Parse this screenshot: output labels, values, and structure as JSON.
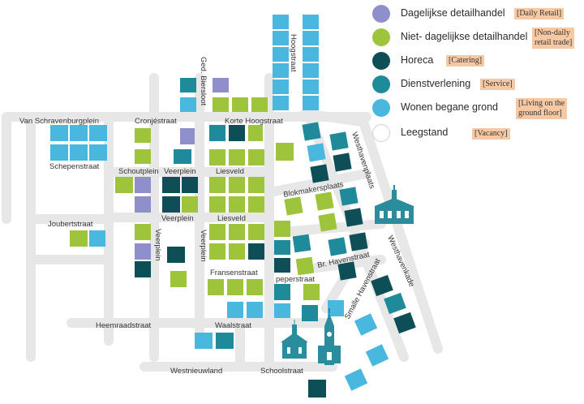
{
  "colors": {
    "daily_retail": "#8f8fcc",
    "nondaily_retail": "#9dc43a",
    "horeca": "#0e4f57",
    "dienstverlening": "#1f8a99",
    "wonen": "#4ab8de",
    "street": "#e7e7e7",
    "landmark": "#2a8c9c"
  },
  "legend": [
    {
      "key": "daily_retail",
      "label": "Dagelijkse detailhandel",
      "en": "[Daily Retail]"
    },
    {
      "key": "nondaily_retail",
      "label": "Niet- dagelijkse detailhandel",
      "en": "[Non-daily retail trade]",
      "en_lines": [
        "[Non-daily",
        "retail trade]"
      ]
    },
    {
      "key": "horeca",
      "label": "Horeca",
      "en": "[Catering]"
    },
    {
      "key": "dienstverlening",
      "label": "Dienstverlening",
      "en": "[Service]"
    },
    {
      "key": "wonen",
      "label": "Wonen begane grond",
      "en": "[Living on the ground floor]",
      "en_lines": [
        "[Living on the",
        "ground floor]"
      ]
    },
    {
      "key": "vacancy",
      "label": "Leegstand",
      "en": "[Vacancy]"
    }
  ],
  "streets": {
    "hoogstraat": "Hoogstraat",
    "ged_biersloot": "Ged. Biersloot",
    "van_schravenburgplein": "Van Schravenburgplein",
    "cronjestraat": "Cronjéstraat",
    "korte_hoogstraat": "Korte Hoogstraat",
    "westhavenplaats": "Westhavenplaats",
    "schepenstraat": "Schepenstraat",
    "schoutplein": "Schoutplein",
    "veerplein_1": "Veerplein",
    "liesveld_1": "Liesveld",
    "blokmakersplaats": "Blokmakersplaats",
    "veerplein_2": "Veerplein",
    "liesveld_2": "Liesveld",
    "joubertstraat": "Joubertstraat",
    "veerplein_v1": "Veerplein",
    "veerplein_v2": "Veerplein",
    "br_havenstraat": "Br. Havenstraat",
    "westhavenkade": "Westhavenkade",
    "fransenstraat": "Fransenstraat",
    "peperstraat": "peperstraat",
    "smalle_havenstraat": "Smalle Havenstraat",
    "heemraadstraat": "Heemraadstraat",
    "waalstraat": "Waalstraat",
    "westnieuwland": "Westnieuwland",
    "schoolstraat": "Schoolstraat"
  }
}
